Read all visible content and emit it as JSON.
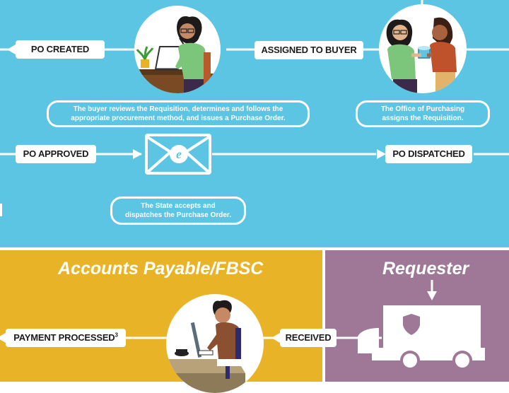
{
  "steps": {
    "po_created": "PO CREATED",
    "assigned_to_buyer": "ASSIGNED TO BUYER",
    "po_approved": "PO APPROVED",
    "po_dispatched": "PO DISPATCHED",
    "payment_processed": "PAYMENT PROCESSED",
    "payment_superscript": "3",
    "received": "RECEIVED"
  },
  "notes": {
    "buyer_line1": "The buyer reviews the Requisition, determines and follows the",
    "buyer_line2": "appropriate procurement method, and issues a Purchase Order.",
    "purchasing_line1": "The Office of Purchasing",
    "purchasing_line2": "assigns the Requisition.",
    "state_line1": "The State accepts and",
    "state_line2": "dispatches the Purchase Order."
  },
  "sections": {
    "accounts_payable": "Accounts Payable/FBSC",
    "requester": "Requester"
  },
  "icons": {
    "envelope_letter": "e"
  },
  "colors": {
    "purchasing_bg": "#5bc5e3",
    "accounts_payable_bg": "#e9b328",
    "requester_bg": "#9e7896",
    "person_shirt_green": "#7bc67b",
    "person_shirt_brown": "#8a5030"
  }
}
